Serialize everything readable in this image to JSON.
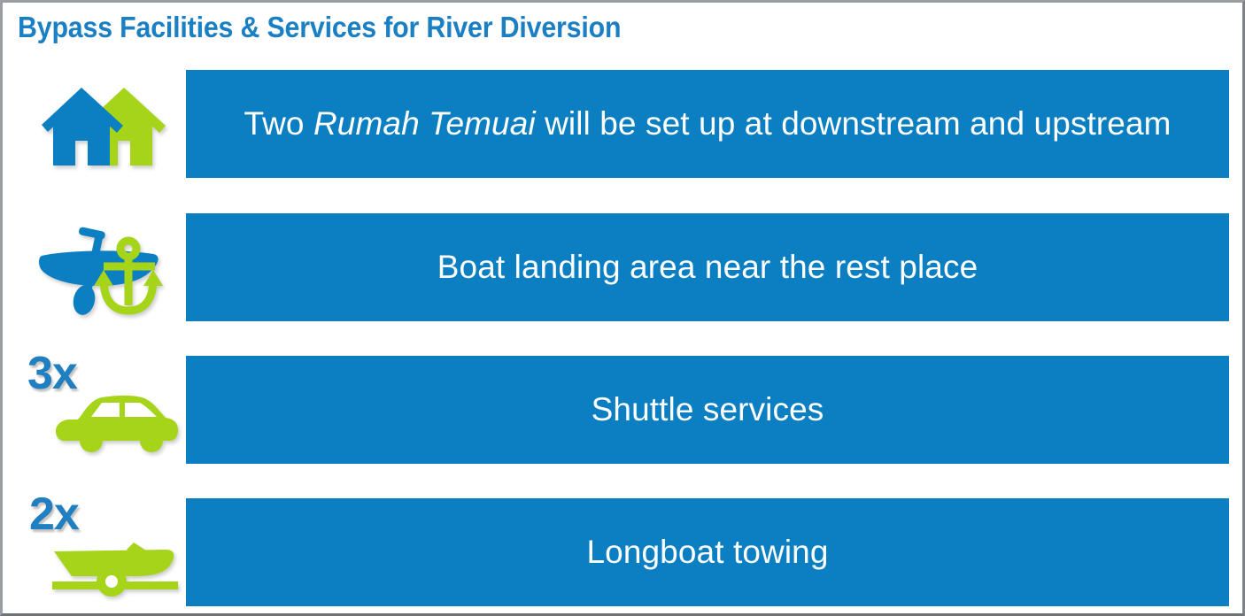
{
  "title": "Bypass Facilities & Services for River Diversion",
  "colors": {
    "title_blue": "#1b7fc3",
    "bar_blue": "#0b7fc2",
    "accent_green": "#a5d419",
    "icon_blue": "#0b7fc2",
    "text_white": "#ffffff",
    "border_grey": "#8a8e93",
    "background": "#ffffff"
  },
  "rows": [
    {
      "icon": "two-houses-icon",
      "multiplier": "",
      "text_prefix": "Two ",
      "text_italic": "Rumah Temuai",
      "text_suffix": " will be set up at downstream and upstream",
      "full_text": "Two Rumah Temuai will be set up at downstream and upstream"
    },
    {
      "icon": "canoe-paddle-anchor-icon",
      "multiplier": "",
      "text_prefix": "Boat landing area near the rest place",
      "text_italic": "",
      "text_suffix": "",
      "full_text": "Boat landing area near the rest place"
    },
    {
      "icon": "car-icon",
      "multiplier": "3x",
      "text_prefix": "Shuttle services",
      "text_italic": "",
      "text_suffix": "",
      "full_text": "Shuttle services"
    },
    {
      "icon": "boat-trailer-icon",
      "multiplier": "2x",
      "text_prefix": "Longboat towing",
      "text_italic": "",
      "text_suffix": "",
      "full_text": "Longboat towing"
    }
  ]
}
